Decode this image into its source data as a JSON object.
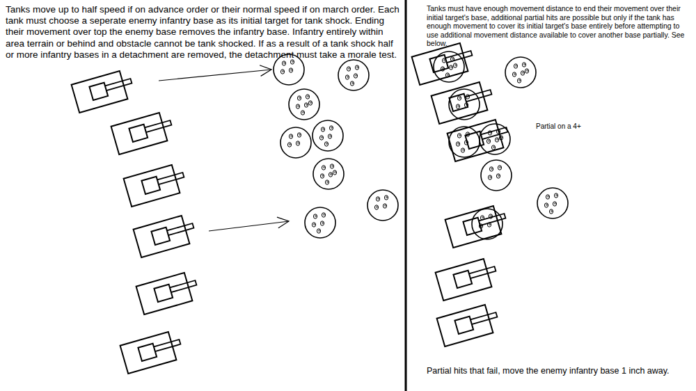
{
  "diagram": {
    "labels": [
      "Tanks move up to half speed if on advance order or their normal speed if on march order. Each tank must choose a seperate enemy infantry base as its initial target for tank shock. Ending their movement over top the enemy base removes the infantry base. Infantry entirely within area terrain or behind and obstacle cannot be tank shocked. If as a result of a tank shock half or more infantry bases in a detachment are removed, the detachment must take a morale test.",
      "Tanks must have enough movement distance to end their movement over their initial target's base, additional partial hits are possible but only if the tank has enough movement to cover its initial target's base entirely before attempting to use additional movement distance available to cover another base partially. See below.",
      "Partial on a 4+",
      "Partial hits that fail, move the enemy infantry base 1 inch away."
    ]
  }
}
